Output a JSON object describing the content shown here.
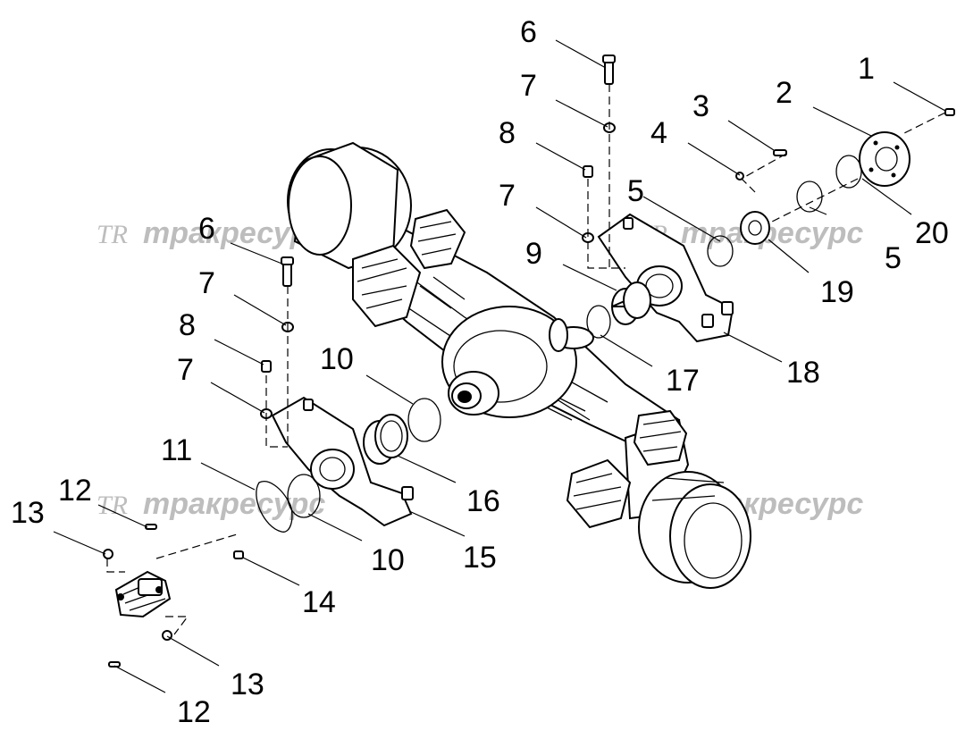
{
  "watermark": {
    "logo": "TR",
    "text": "тракресурс"
  },
  "callouts": [
    {
      "id": "c1",
      "label": "1"
    },
    {
      "id": "c2",
      "label": "2"
    },
    {
      "id": "c3",
      "label": "3"
    },
    {
      "id": "c4",
      "label": "4"
    },
    {
      "id": "c5a",
      "label": "5"
    },
    {
      "id": "c5b",
      "label": "5"
    },
    {
      "id": "c6a",
      "label": "6"
    },
    {
      "id": "c6b",
      "label": "6"
    },
    {
      "id": "c7a",
      "label": "7"
    },
    {
      "id": "c7b",
      "label": "7"
    },
    {
      "id": "c7c",
      "label": "7"
    },
    {
      "id": "c7d",
      "label": "7"
    },
    {
      "id": "c8a",
      "label": "8"
    },
    {
      "id": "c8b",
      "label": "8"
    },
    {
      "id": "c9",
      "label": "9"
    },
    {
      "id": "c10a",
      "label": "10"
    },
    {
      "id": "c10b",
      "label": "10"
    },
    {
      "id": "c11",
      "label": "11"
    },
    {
      "id": "c12a",
      "label": "12"
    },
    {
      "id": "c12b",
      "label": "12"
    },
    {
      "id": "c13a",
      "label": "13"
    },
    {
      "id": "c13b",
      "label": "13"
    },
    {
      "id": "c14",
      "label": "14"
    },
    {
      "id": "c15",
      "label": "15"
    },
    {
      "id": "c16",
      "label": "16"
    },
    {
      "id": "c17",
      "label": "17"
    },
    {
      "id": "c18",
      "label": "18"
    },
    {
      "id": "c19",
      "label": "19"
    },
    {
      "id": "c20",
      "label": "20"
    }
  ]
}
